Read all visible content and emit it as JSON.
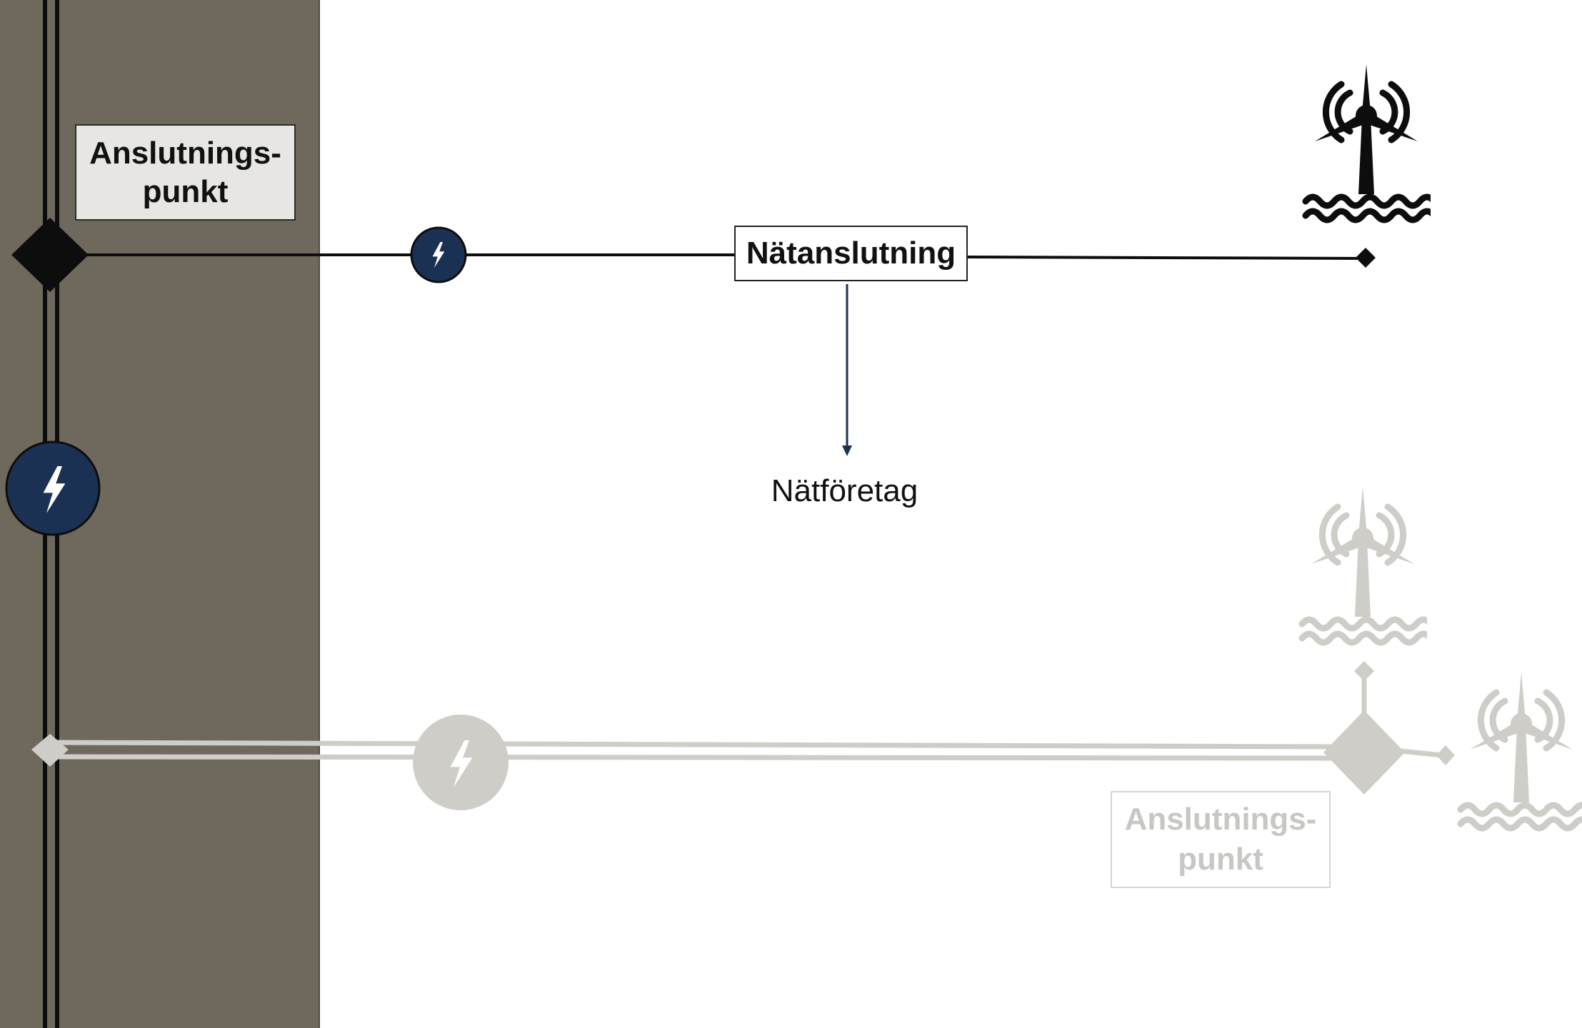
{
  "labels": {
    "ap_top_line1": "Anslutnings-",
    "ap_top_line2": "punkt",
    "natanslutning": "Nätanslutning",
    "natforetag": "Nätföretag",
    "ap_bottom_line1": "Anslutnings-",
    "ap_bottom_line2": "punkt"
  },
  "icons": {
    "lightning": "lightning-bolt-icon",
    "wind_turbine": "offshore-wind-turbine-icon"
  },
  "colors": {
    "band": "#6e685d",
    "navy": "#1b3153",
    "line": "#0d0d0d",
    "faded": "#cfcdc8"
  }
}
